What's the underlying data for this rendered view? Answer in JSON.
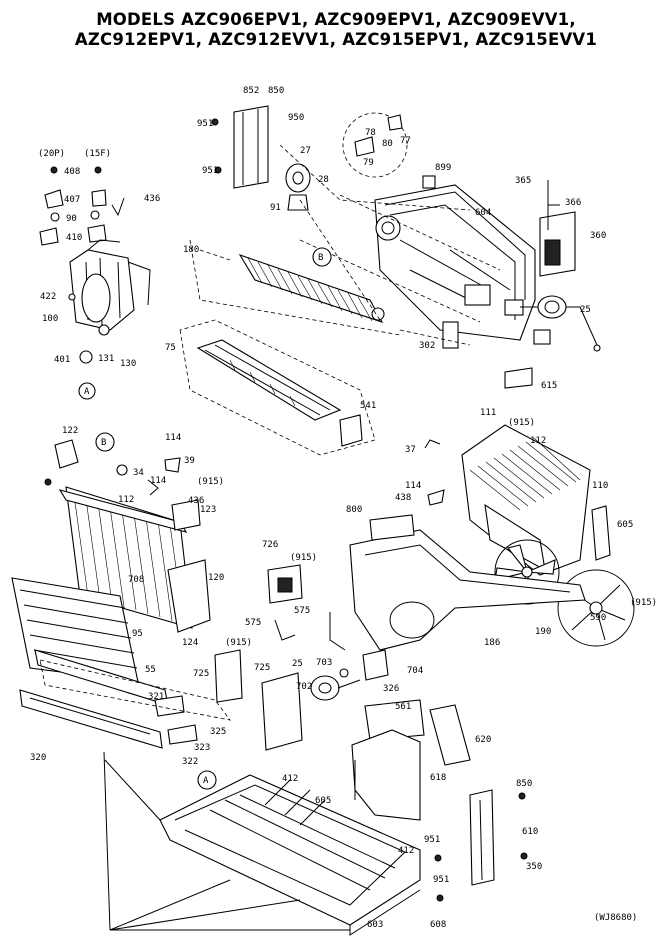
{
  "header": {
    "title_line1": "MODELS AZC906EPV1, AZC909EPV1, AZC909EVV1,",
    "title_line2": "AZC912EPV1, AZC912EVV1, AZC915EPV1, AZC915EVV1"
  },
  "footer": {
    "code": "(WJ8680)"
  },
  "callouts": {
    "a_top": "A",
    "b_top": "B",
    "b_mid": "B",
    "a_bottom": "A"
  },
  "labels": [
    "852",
    "850",
    "951",
    "950",
    "78",
    "80",
    "77",
    "79",
    "27",
    "28",
    "951",
    "91",
    "899",
    "604",
    "365",
    "366",
    "360",
    "180",
    "25",
    "302",
    "75",
    "615",
    "541",
    "(20P)",
    "(15F)",
    "408",
    "407",
    "436",
    "90",
    "410",
    "422",
    "100",
    "401",
    "131",
    "130",
    "122",
    "114",
    "39",
    "34",
    "(915)",
    "114",
    "436",
    "123",
    "112",
    "708",
    "120",
    "95",
    "124",
    "55",
    "321",
    "325",
    "323",
    "322",
    "320",
    "111",
    "(915)",
    "112",
    "37",
    "114",
    "438",
    "110",
    "605",
    "800",
    "726",
    "(915)",
    "590",
    "186",
    "575",
    "575",
    "190",
    "(915)",
    "(915)",
    "725",
    "725",
    "25",
    "703",
    "704",
    "702",
    "326",
    "561",
    "620",
    "412",
    "618",
    "850",
    "605",
    "412",
    "610",
    "951",
    "350",
    "951",
    "603",
    "608"
  ]
}
